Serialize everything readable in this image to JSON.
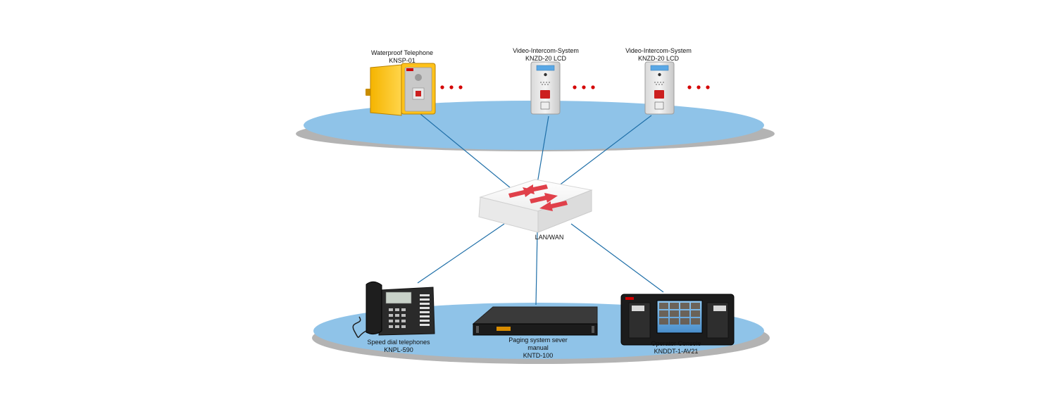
{
  "devices": {
    "waterproof_telephone": {
      "name": "Waterproof Telephone",
      "model": "KNSP-01"
    },
    "video_intercom_1": {
      "name": "Video-Intercom-System",
      "model": "KNZD-20 LCD"
    },
    "video_intercom_2": {
      "name": "Video-Intercom-System",
      "model": "KNZD-20 LCD"
    },
    "speed_dial_telephone": {
      "name": "Speed dial telephones",
      "model": "KNPL-590"
    },
    "paging_server": {
      "name_line1": "Paging system sever",
      "name_line2": "manual",
      "model": "KNTD-100"
    },
    "operator_console": {
      "name": "Operator Console",
      "model": "KNDDT-1-AV21"
    }
  },
  "switch": {
    "label": "LAN/WAN"
  },
  "colors": {
    "network_ellipse": "#8fc3e8",
    "ellipse_shadow": "#9a9a9a",
    "link_line": "#1f6fa8",
    "continuation_dots": "#d40000",
    "switch_arrows": "#e0404a"
  }
}
